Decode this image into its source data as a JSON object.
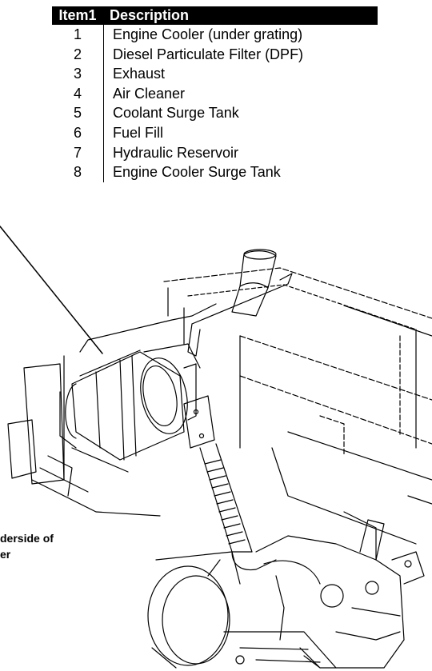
{
  "legend": {
    "header_item": "Item1",
    "header_description": "Description",
    "rows": [
      {
        "item": "1",
        "description": "Engine Cooler (under grating)"
      },
      {
        "item": "2",
        "description": "Diesel Particulate Filter (DPF)"
      },
      {
        "item": "3",
        "description": "Exhaust"
      },
      {
        "item": "4",
        "description": "Air Cleaner"
      },
      {
        "item": "5",
        "description": "Coolant Surge Tank"
      },
      {
        "item": "6",
        "description": "Fuel Fill"
      },
      {
        "item": "7",
        "description": "Hydraulic Reservoir"
      },
      {
        "item": "8",
        "description": "Engine Cooler Surge Tank"
      }
    ]
  },
  "caption": {
    "line1": "derside of",
    "line2": "er"
  },
  "diagram": {
    "subject": "engine-compartment-line-art",
    "stroke_color": "#000000"
  }
}
